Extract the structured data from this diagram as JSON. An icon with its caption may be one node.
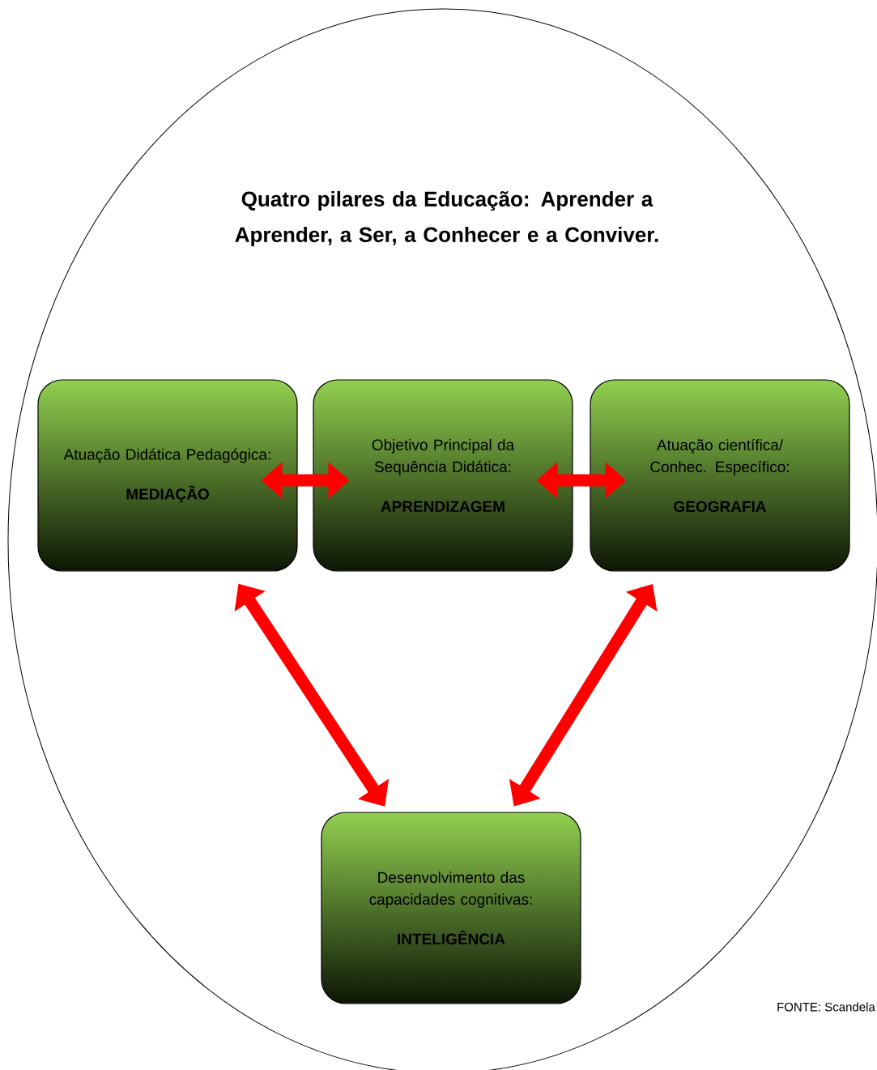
{
  "diagram": {
    "title": "Quatro pilares da Educação: Aprender a Aprender, a Ser, a Conhecer e a Conviver.",
    "nodes": [
      {
        "text": [
          "Atuação Didática Pedagógica:",
          "MEDIAÇÃO"
        ]
      },
      {
        "text": [
          "Objetivo Principal da Sequência Didática:",
          "APRENDIZAGEM"
        ]
      },
      {
        "text": [
          "Atuação científica/ Conhec. Específico:",
          "GEOGRAFIA"
        ]
      },
      {
        "text": [
          "Desenvolvimento das capacidades cognitivas:",
          "INTELIGÊNCIA"
        ]
      }
    ],
    "edges": [
      {
        "from": 0,
        "to": 1,
        "arrow": "both"
      },
      {
        "from": 1,
        "to": 2,
        "arrow": "both"
      },
      {
        "from": 0,
        "to": 3,
        "arrow": "both"
      },
      {
        "from": 2,
        "to": 3,
        "arrow": "both"
      }
    ],
    "labels": [
      "FONTE: Scandela"
    ]
  }
}
